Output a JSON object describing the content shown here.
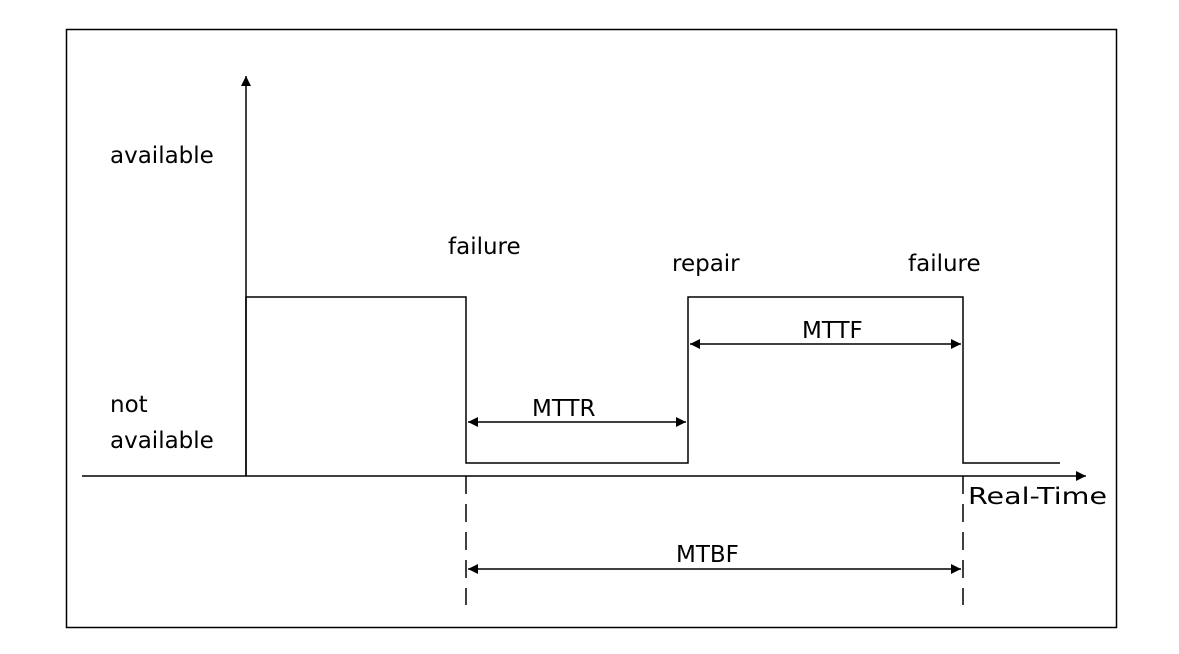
{
  "labels": {
    "available": "available",
    "not_available_line1": "not",
    "not_available_line2": "available",
    "failure_first": "failure",
    "repair": "repair",
    "failure_second": "failure",
    "mttf": "MTTF",
    "mttr": "MTTR",
    "mtbf": "MTBF",
    "real_time": "Real-Time"
  },
  "colors": {
    "line": "#000000",
    "background": "#ffffff"
  }
}
